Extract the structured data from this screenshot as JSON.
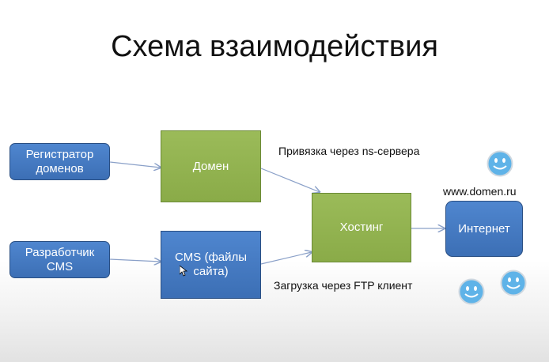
{
  "title": "Схема взаимодействия",
  "nodes": {
    "registrar": [
      "Регистратор",
      "доменов"
    ],
    "developer": [
      "Разработчик",
      "CMS"
    ],
    "domain": "Домен",
    "cms": [
      "CMS (файлы",
      "сайта)"
    ],
    "hosting": "Хостинг",
    "internet": "Интернет"
  },
  "labels": {
    "ns_binding": "Привязка через ns-сервера",
    "ftp_upload": "Загрузка через FTP клиент",
    "site_url": "www.domen.ru"
  },
  "icons": [
    "smiley-face-icon",
    "smiley-face-icon",
    "smiley-face-icon",
    "cursor-icon"
  ],
  "colors": {
    "blue": "#4f86cf",
    "green": "#9bbb59",
    "arrow": "#8aa0c8"
  }
}
